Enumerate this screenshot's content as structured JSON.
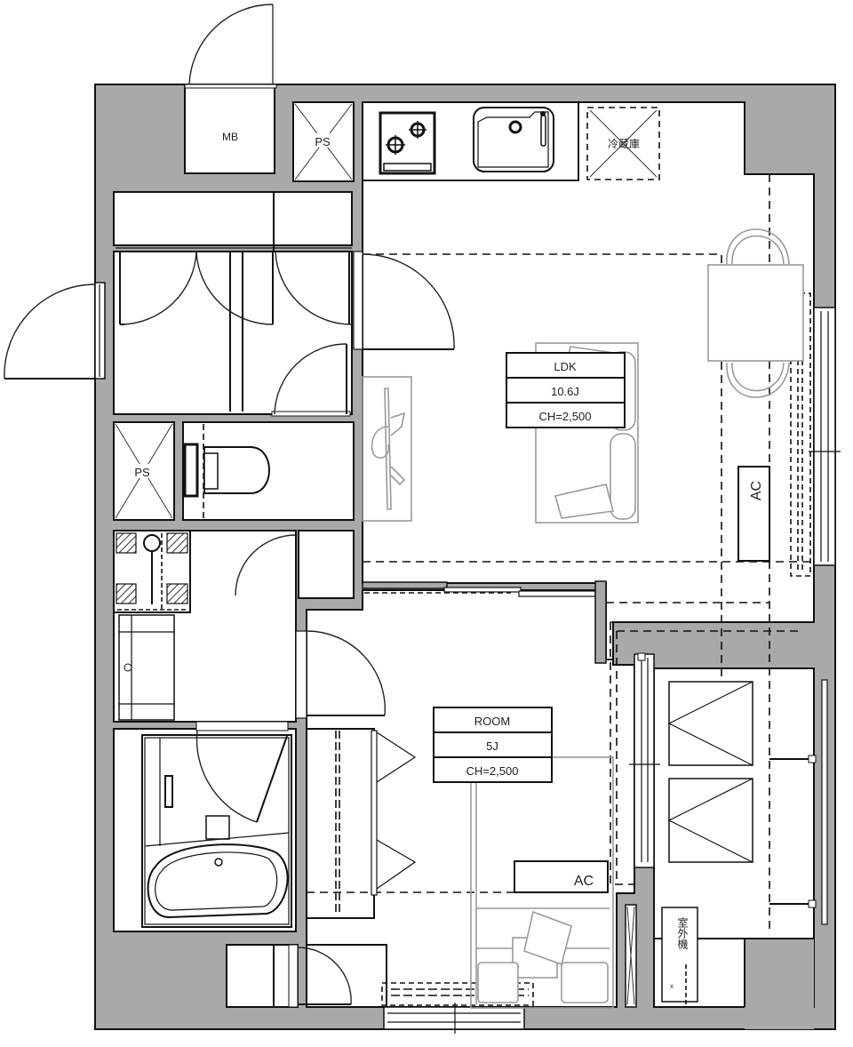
{
  "plan": {
    "type": "1LDK floor plan",
    "colors": {
      "wall": "#a9a9a9",
      "line": "#111111",
      "furniture": "#9a9a9a",
      "background": "#ffffff"
    },
    "labels": {
      "mb": "MB",
      "ps_top": "PS",
      "ps_toilet": "PS",
      "fridge": "冷蔵庫",
      "outdoor_unit": "室外機",
      "ac_ldk": "AC",
      "ac_room": "AC"
    },
    "rooms": {
      "ldk": {
        "name": "LDK",
        "size": "10.6J",
        "ceiling": "CH=2,500"
      },
      "room": {
        "name": "ROOM",
        "size": "5J",
        "ceiling": "CH=2,500"
      }
    }
  }
}
